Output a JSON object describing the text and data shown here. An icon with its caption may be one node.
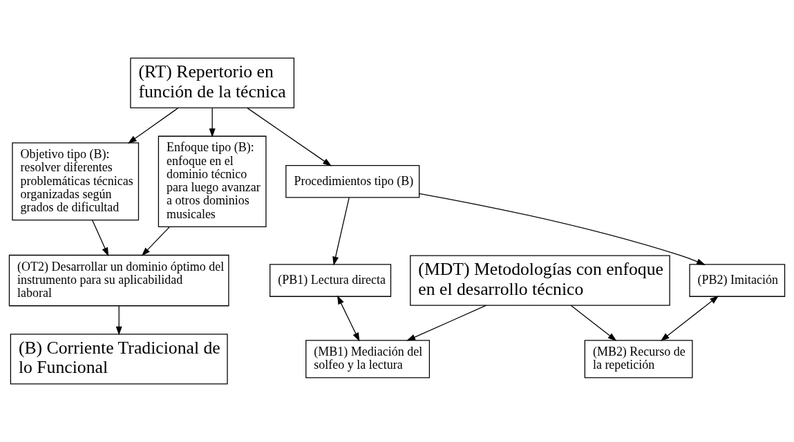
{
  "diagram": {
    "nodes": [
      {
        "text": [
          "(RT) Repertorio en función de la técnica"
        ]
      },
      {
        "text": [
          "Objetivo tipo (B): resolver diferentes problemáticas técnicas organizadas según grados de dificultad"
        ]
      },
      {
        "text": [
          "Enfoque tipo (B): enfoque en el dominio técnico para luego avanzar a otros dominios musicales"
        ]
      },
      {
        "text": [
          "Procedimientos tipo (B)"
        ]
      },
      {
        "text": [
          "(PB1) Lectura directa"
        ]
      },
      {
        "text": [
          "(PB2) Imitación"
        ]
      },
      {
        "text": [
          "(MB1) Mediación del solfeo y la lectura"
        ]
      },
      {
        "text": [
          "(MB2) Recurso de la repetición"
        ]
      },
      {
        "text": [
          "(OT2) Desarrollar un dominio óptimo del instrumento para su aplicabilidad laboral"
        ]
      },
      {
        "text": [
          "(B) Corriente Tradicional de lo Funcional"
        ]
      },
      {
        "text": [
          "(MDT) Metodologías con enfoque en el desarrollo técnico"
        ]
      }
    ],
    "edges": [
      {
        "from": 0,
        "to": 1,
        "arrow": "to"
      },
      {
        "from": 0,
        "to": 2,
        "arrow": "to"
      },
      {
        "from": 0,
        "to": 3,
        "arrow": "to"
      },
      {
        "from": 3,
        "to": 4,
        "arrow": "to"
      },
      {
        "from": 3,
        "to": 5,
        "arrow": "to"
      },
      {
        "from": 4,
        "to": 6,
        "arrow": "both"
      },
      {
        "from": 5,
        "to": 7,
        "arrow": "both"
      },
      {
        "from": 1,
        "to": 8,
        "arrow": "to"
      },
      {
        "from": 2,
        "to": 8,
        "arrow": "to"
      },
      {
        "from": 8,
        "to": 9,
        "arrow": "to"
      },
      {
        "from": 10,
        "to": 6,
        "arrow": "to"
      },
      {
        "from": 10,
        "to": 7,
        "arrow": "to"
      }
    ]
  }
}
